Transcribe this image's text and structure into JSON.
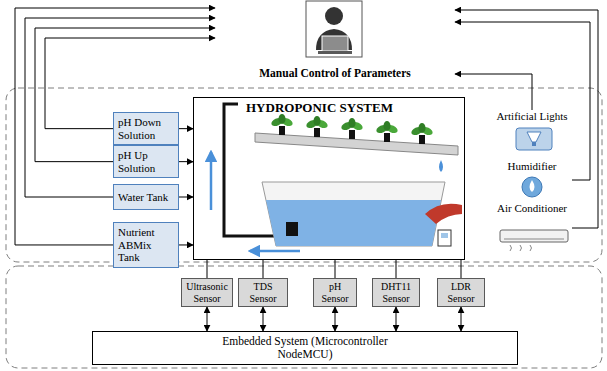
{
  "diagram": {
    "nodes": [
      {
        "text": [
          "Manual Control of Parameters"
        ]
      },
      {
        "text": [
          "pH Down Solution"
        ]
      },
      {
        "text": [
          "pH Up Solution"
        ]
      },
      {
        "text": [
          "Water Tank"
        ]
      },
      {
        "text": [
          "Nutrient ABMix Tank"
        ]
      },
      {
        "text": [
          "HYDROPONIC SYSTEM"
        ]
      },
      {
        "text": [
          "Artificial Lights"
        ]
      },
      {
        "text": [
          "Humidifier"
        ]
      },
      {
        "text": [
          "Air Conditioner"
        ]
      },
      {
        "text": [
          "Ultrasonic Sensor"
        ]
      },
      {
        "text": [
          "TDS Sensor"
        ]
      },
      {
        "text": [
          "pH Sensor"
        ]
      },
      {
        "text": [
          "DHT11 Sensor"
        ]
      },
      {
        "text": [
          "LDR Sensor"
        ]
      },
      {
        "text": [
          "Embedded System (Microcontroller NodeMCU)"
        ]
      }
    ],
    "edges": [
      {
        "from": 1,
        "to": 5,
        "arrow": "to"
      },
      {
        "from": 2,
        "to": 5,
        "arrow": "to"
      },
      {
        "from": 3,
        "to": 5,
        "arrow": "to"
      },
      {
        "from": 4,
        "to": 5,
        "arrow": "to"
      },
      {
        "from": 1,
        "to": 0,
        "arrow": "to"
      },
      {
        "from": 2,
        "to": 0,
        "arrow": "to"
      },
      {
        "from": 3,
        "to": 0,
        "arrow": "to"
      },
      {
        "from": 4,
        "to": 0,
        "arrow": "to"
      },
      {
        "from": 6,
        "to": 0,
        "arrow": "to"
      },
      {
        "from": 7,
        "to": 0,
        "arrow": "to"
      },
      {
        "from": 8,
        "to": 0,
        "arrow": "to"
      },
      {
        "from": 9,
        "to": 14,
        "arrow": "both"
      },
      {
        "from": 10,
        "to": 14,
        "arrow": "both"
      },
      {
        "from": 11,
        "to": 14,
        "arrow": "both"
      },
      {
        "from": 12,
        "to": 14,
        "arrow": "both"
      },
      {
        "from": 13,
        "to": 14,
        "arrow": "both"
      },
      {
        "from": 9,
        "to": 5,
        "arrow": "none"
      },
      {
        "from": 10,
        "to": 5,
        "arrow": "none"
      },
      {
        "from": 11,
        "to": 5,
        "arrow": "none"
      },
      {
        "from": 12,
        "to": 5,
        "arrow": "none"
      },
      {
        "from": 13,
        "to": 5,
        "arrow": "none"
      }
    ]
  }
}
